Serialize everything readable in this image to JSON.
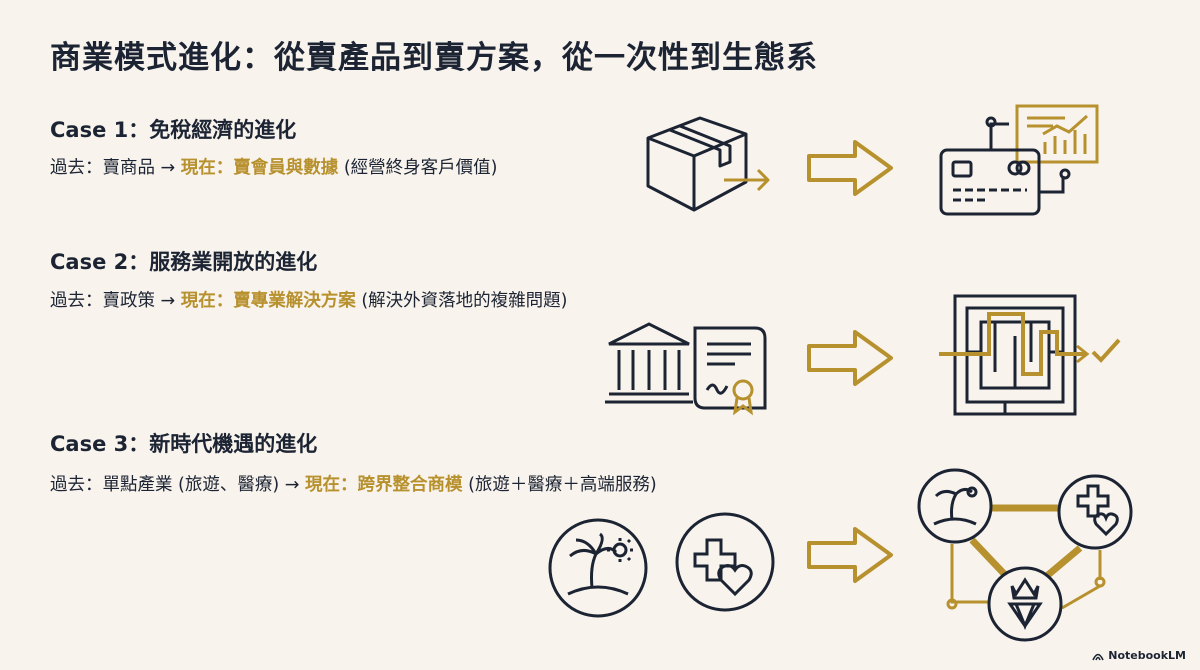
{
  "title": "商業模式進化：從賣產品到賣方案，從一次性到生態系",
  "cases": [
    {
      "heading": "Case 1：免稅經濟的進化",
      "past": "過去：賣商品 → ",
      "now": "現在：賣會員與數據",
      "note": " (經營終身客戶價值)"
    },
    {
      "heading": "Case 2：服務業開放的進化",
      "past": "過去：賣政策 → ",
      "now": "現在：賣專業解決方案",
      "note": " (解決外資落地的複雜問題)"
    },
    {
      "heading": "Case 3：新時代機遇的進化",
      "past": "過去：單點產業 (旅遊、醫療) → ",
      "now": "現在：跨界整合商模",
      "note": " (旅遊＋醫療＋高端服務)"
    }
  ],
  "brand": "NotebookLM",
  "colors": {
    "background": "#f8f3ed",
    "text": "#1c2433",
    "accent": "#b8912f"
  }
}
